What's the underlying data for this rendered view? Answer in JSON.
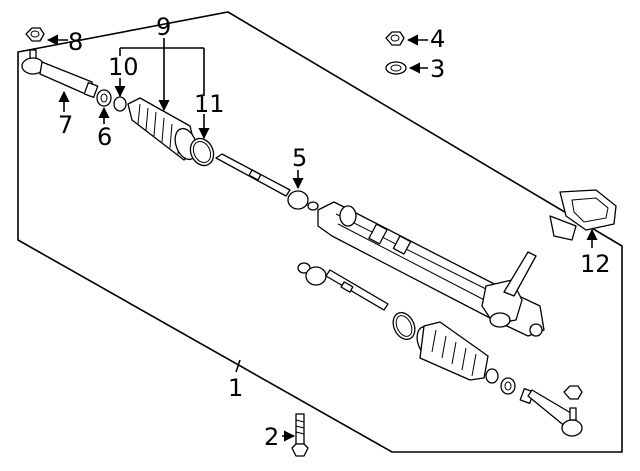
{
  "diagram": {
    "callouts": [
      {
        "id": "c1",
        "text": "1"
      },
      {
        "id": "c2",
        "text": "2"
      },
      {
        "id": "c3",
        "text": "3"
      },
      {
        "id": "c4",
        "text": "4"
      },
      {
        "id": "c5",
        "text": "5"
      },
      {
        "id": "c6",
        "text": "6"
      },
      {
        "id": "c7",
        "text": "7"
      },
      {
        "id": "c8",
        "text": "8"
      },
      {
        "id": "c9",
        "text": "9"
      },
      {
        "id": "c10",
        "text": "10"
      },
      {
        "id": "c11",
        "text": "11"
      },
      {
        "id": "c12",
        "text": "12"
      }
    ]
  }
}
